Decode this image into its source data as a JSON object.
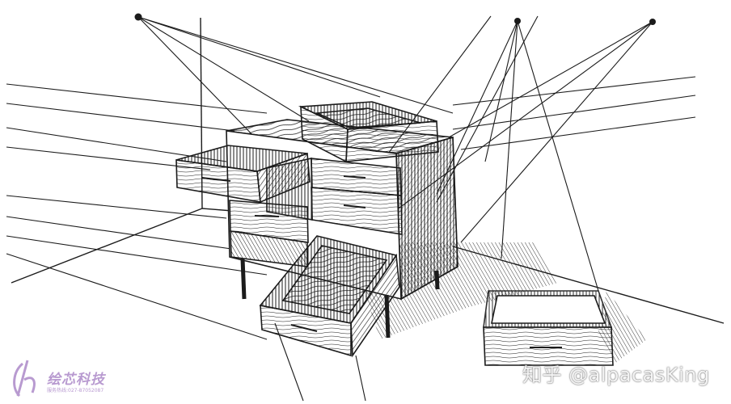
{
  "colors": {
    "ink": "#1b1b1b",
    "paper": "#ffffff",
    "watermark_logo": "#b89ad0"
  },
  "watermarks": {
    "studio_name": "绘芯科技",
    "studio_phone": "服务热线:027-87052087",
    "zhihu_credit": "知乎 @alpacasKing"
  },
  "icons": {
    "studio_logo": "stylized-h-logo-icon"
  }
}
